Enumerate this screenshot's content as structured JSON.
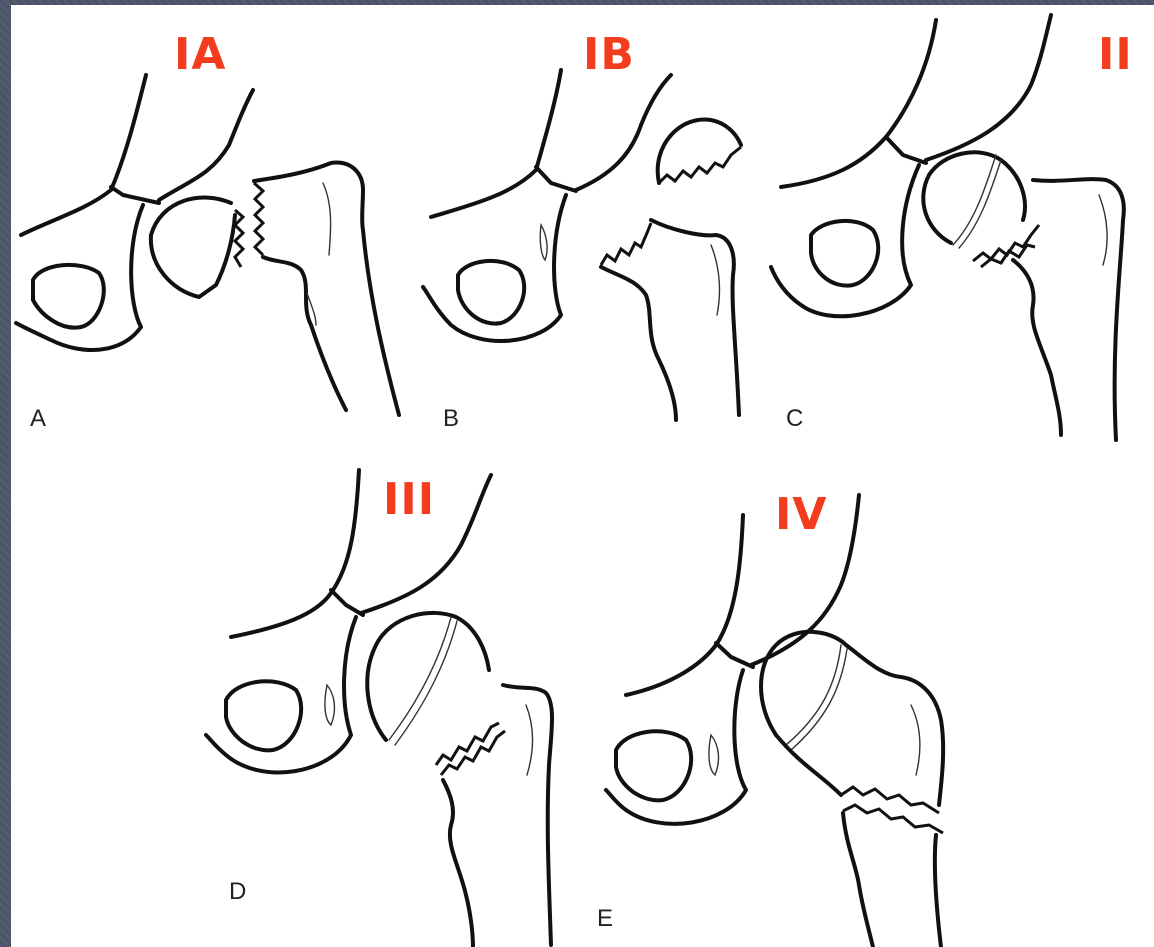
{
  "stage_labels": {
    "ia": "IA",
    "ib": "IB",
    "ii": "II",
    "iii": "III",
    "iv": "IV"
  },
  "panel_letters": {
    "a": "A",
    "b": "B",
    "c": "C",
    "d": "D",
    "e": "E"
  },
  "colors": {
    "stage_label": "#f23c1d",
    "frame": "#4b5468",
    "line": "#111111"
  }
}
